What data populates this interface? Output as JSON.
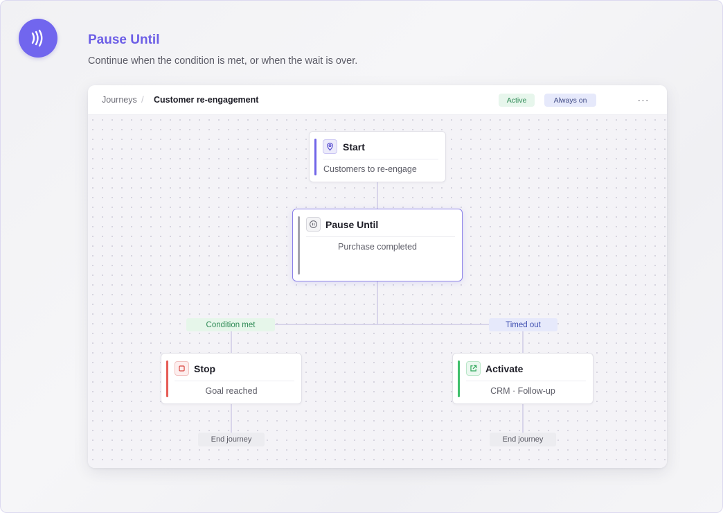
{
  "header": {
    "logo_icon": "sound-waves-icon",
    "title": "Pause Until",
    "subtitle": "Continue when the condition is met, or when the wait is over."
  },
  "topbar": {
    "breadcrumb_root": "Journeys",
    "breadcrumb_separator": "/",
    "breadcrumb_current": "Customer re-engagement",
    "status_badge": "Active",
    "mode_badge": "Always on",
    "more_label": "···"
  },
  "nodes": {
    "start": {
      "icon": "location-pin-icon",
      "title": "Start",
      "description": "Customers to re-engage",
      "accent": "#7064e8"
    },
    "pause": {
      "icon": "pause-circle-icon",
      "title": "Pause Until",
      "description": "Purchase completed",
      "accent": "#a3a3ad"
    },
    "stop": {
      "icon": "stop-square-icon",
      "title": "Stop",
      "description": "Goal reached",
      "accent": "#e65b55"
    },
    "activate": {
      "icon": "external-link-icon",
      "title": "Activate",
      "description": "CRM · Follow-up",
      "accent": "#3fbf6b"
    }
  },
  "branches": {
    "condition_met": "Condition met",
    "timed_out": "Timed out"
  },
  "end_tags": {
    "left": "End journey",
    "right": "End journey"
  },
  "colors": {
    "brand": "#7166ee",
    "condition_met_bg": "#e6f6ea",
    "condition_met_text": "#2e8a55",
    "timed_out_bg": "#e6e9fb",
    "timed_out_text": "#3f4fb0"
  }
}
